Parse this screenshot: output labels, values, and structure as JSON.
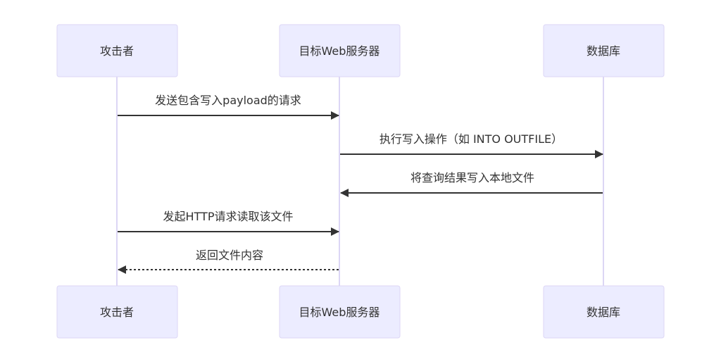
{
  "diagram": {
    "type": "sequence",
    "colors": {
      "actor_fill": "#ECECFF",
      "actor_border": "#DCD6F5",
      "lifeline": "#DCD6F5",
      "message": "#333333",
      "text": "#333333"
    },
    "actors": [
      {
        "id": "attacker",
        "label": "攻击者"
      },
      {
        "id": "webserver",
        "label": "目标Web服务器"
      },
      {
        "id": "database",
        "label": "数据库"
      }
    ],
    "messages": [
      {
        "from": "attacker",
        "to": "webserver",
        "label": "发送包含写入payload的请求",
        "style": "solid"
      },
      {
        "from": "webserver",
        "to": "database",
        "label": "执行写入操作（如 INTO OUTFILE）",
        "style": "solid"
      },
      {
        "from": "database",
        "to": "webserver",
        "label": "将查询结果写入本地文件",
        "style": "solid"
      },
      {
        "from": "attacker",
        "to": "webserver",
        "label": "发起HTTP请求读取该文件",
        "style": "solid"
      },
      {
        "from": "webserver",
        "to": "attacker",
        "label": "返回文件内容",
        "style": "dashed"
      }
    ]
  }
}
